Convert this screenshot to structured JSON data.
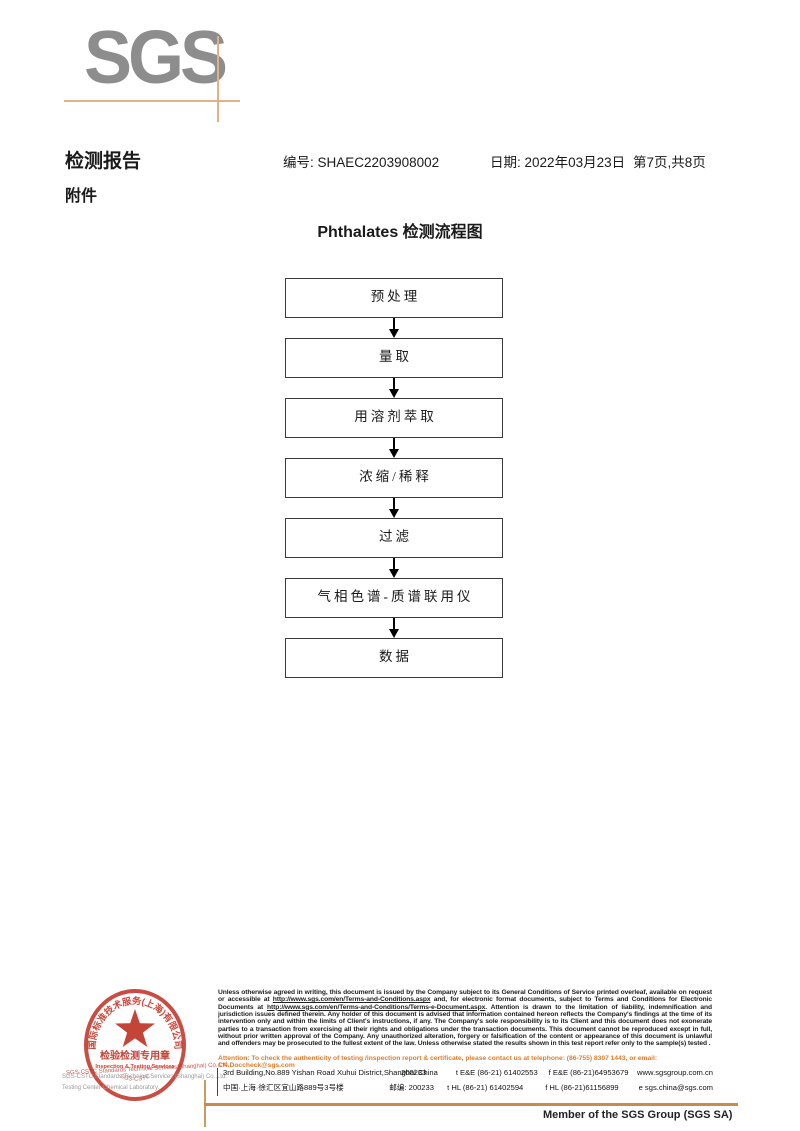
{
  "logo": {
    "text": "SGS"
  },
  "header": {
    "report_title": "检测报告",
    "no_label": "编号:",
    "no_value": "SHAEC2203908002",
    "date_label": "日期:",
    "date_value": "2022年03月23日",
    "page_info": "第7页,共8页",
    "attachment": "附件"
  },
  "flow_title": "Phthalates 检测流程图",
  "flowchart": {
    "steps": [
      "预处理",
      "量取",
      "用溶剂萃取",
      "浓缩/稀释",
      "过滤",
      "气相色谱-质谱联用仪",
      "数据"
    ]
  },
  "stamp": {
    "arc_top": "国际标准技术服务(上海)有限公司",
    "arc_bottom": "SGS-CSTC",
    "center_cn": "检验检测专用章",
    "center_en": "Inspection & Testing Services",
    "overlay_en": "SGS-CSTC Standards Technical Services(Shanghai) Co.,Ltd.",
    "company_en_line1": "SGS-CSTC Standards Technical Services (Shanghai) Co.,Ltd.",
    "company_en_line2": "Testing Center-Chemical Laboratory."
  },
  "footer": {
    "disclaimer": {
      "part1": "Unless otherwise agreed in writing, this document is issued by the Company subject to its General Conditions of Service printed overleaf, available on request or accessible at ",
      "url1": "http://www.sgs.com/en/Terms-and-Conditions.aspx",
      "part2": " and, for electronic format documents, subject to Terms and Conditions for Electronic Documents at ",
      "url2": "http://www.sgs.com/en/Terms-and-Conditions/Terms-e-Document.aspx",
      "part3": ". Attention is drawn to the limitation of liability, indemnification and jurisdiction issues defined therein. Any holder of this document is advised that information contained hereon reflects the Company's findings at the time of its intervention only and within the limits of Client's instructions, if any. The Company's sole responsibility is to its Client and this document does not exonerate parties to a transaction from exercising all their rights and obligations under the transaction documents. This document cannot be reproduced except in full, without prior written approval of the Company. Any unauthorized alteration, forgery or falsification of the content or appearance of this document is unlawful and offenders may be prosecuted to the fullest extent of the law. Unless otherwise stated the results shown in this test report refer only to the sample(s) tested ."
    },
    "attention": "Attention: To check the authenticity of testing /inspection report & certificate, please contact us at telephone: (86-755) 8307 1443, or email: CN.Doccheck@sgs.com",
    "address_en": "3rd Building,No.889 Yishan Road Xuhui District,Shanghai China",
    "postcode_en": "200233",
    "tel_en": "t E&E (86-21) 61402553",
    "fax_en": "f E&E (86-21)64953679",
    "web": "www.sgsgroup.com.cn",
    "address_cn": "中国·上海·徐汇区宜山路889号3号楼",
    "postcode_cn": "邮编: 200233",
    "tel_cn": "t HL (86-21) 61402594",
    "fax_cn": "f HL (86-21)61156899",
    "email": "e  sgs.china@sgs.com",
    "member": "Member of the SGS Group (SGS SA)"
  },
  "colors": {
    "stamp_red": "#c23a2d",
    "sgs_orange": "#dd7d2e",
    "crosshair_tan": "#e2b083",
    "logo_gray": "#8d8d8d"
  }
}
